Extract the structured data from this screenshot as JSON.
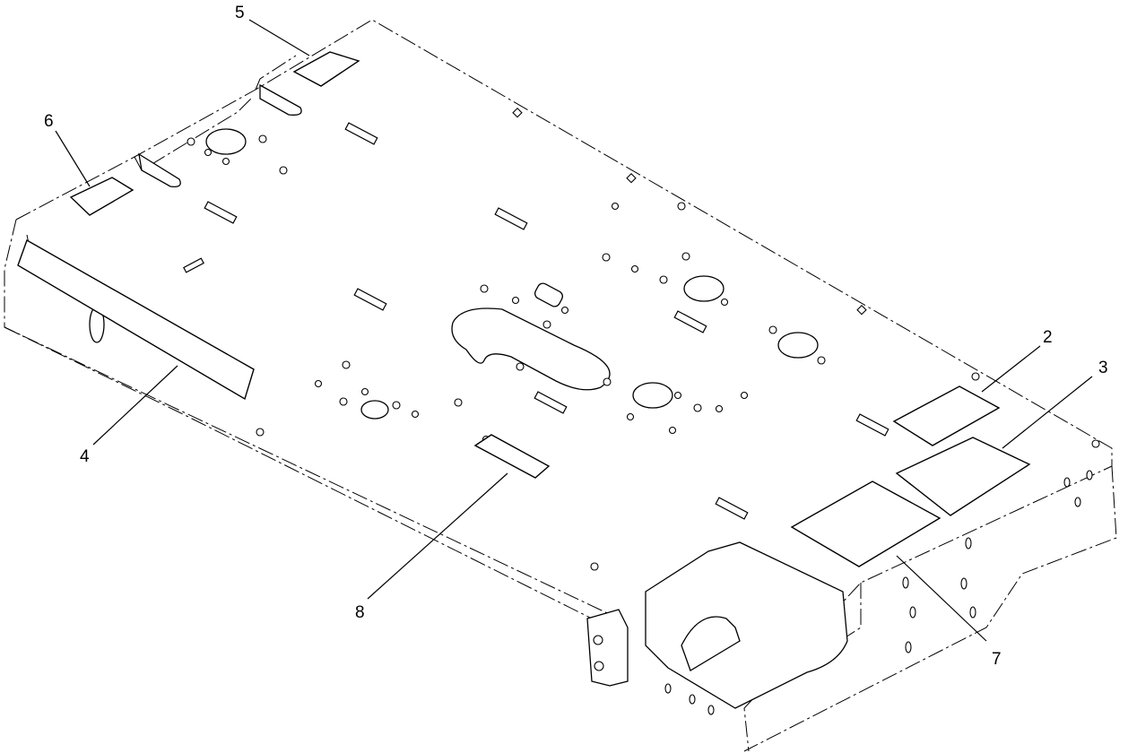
{
  "callouts": [
    {
      "id": "2",
      "label": "2",
      "part": "decal-2"
    },
    {
      "id": "3",
      "label": "3",
      "part": "decal-3"
    },
    {
      "id": "4",
      "label": "4",
      "part": "decal-4"
    },
    {
      "id": "5",
      "label": "5",
      "part": "decal-5"
    },
    {
      "id": "6",
      "label": "6",
      "part": "decal-6"
    },
    {
      "id": "7",
      "label": "7",
      "part": "decal-7"
    },
    {
      "id": "8",
      "label": "8",
      "part": "decal-8"
    }
  ]
}
